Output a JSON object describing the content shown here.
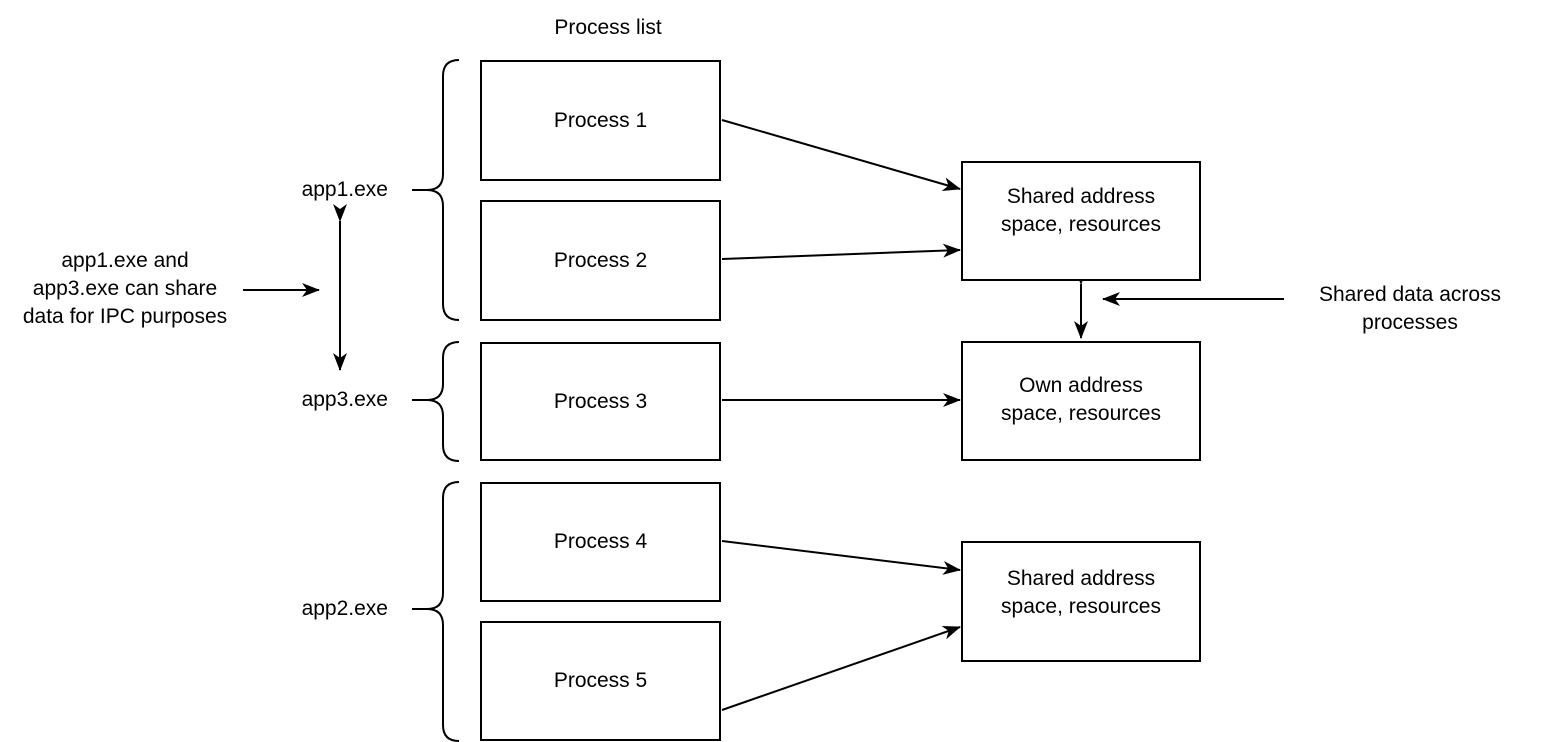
{
  "diagram": {
    "title": "Process list",
    "processes": [
      {
        "label": "Process 1"
      },
      {
        "label": "Process 2"
      },
      {
        "label": "Process 3"
      },
      {
        "label": "Process 4"
      },
      {
        "label": "Process 5"
      }
    ],
    "groups": [
      {
        "label": "app1.exe"
      },
      {
        "label": "app3.exe"
      },
      {
        "label": "app2.exe"
      }
    ],
    "memory_boxes": [
      {
        "line1": "Shared address",
        "line2": "space, resources"
      },
      {
        "line1": "Own address",
        "line2": "space, resources"
      },
      {
        "line1": "Shared address",
        "line2": "space, resources"
      }
    ],
    "annotations": {
      "ipc_note": {
        "line1": "app1.exe and",
        "line2": "app3.exe can share",
        "line3": "data for IPC purposes"
      },
      "shared_data_note": {
        "line1": "Shared data across",
        "line2": "processes"
      }
    },
    "colors": {
      "line": "#000000",
      "text": "#000000",
      "background": "#ffffff",
      "box_fill": "#ffffff"
    }
  }
}
